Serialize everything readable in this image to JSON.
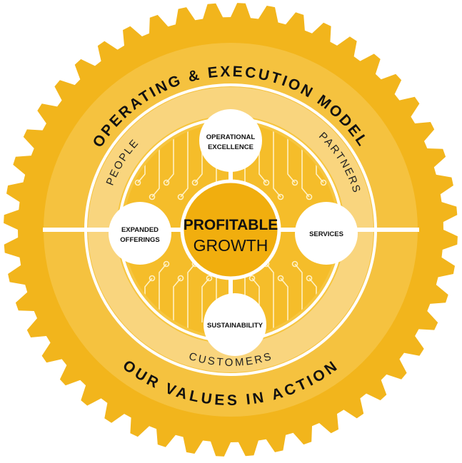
{
  "diagram": {
    "outer_top_label": "OPERATING & EXECUTION MODEL",
    "outer_bottom_label": "OUR VALUES IN ACTION",
    "ring_labels": {
      "left": "PEOPLE",
      "right": "PARTNERS",
      "bottom": "CUSTOMERS"
    },
    "hub": {
      "title": "PROFITABLE",
      "subtitle": "GROWTH"
    },
    "nodes": {
      "top": [
        "OPERATIONAL",
        "EXCELLENCE"
      ],
      "left": [
        "EXPANDED",
        "OFFERINGS"
      ],
      "right": [
        "SERVICES"
      ],
      "bottom": [
        "SUSTAINABILITY"
      ]
    },
    "colors": {
      "gear": "#f2b51c",
      "ring_light": "#f9d57e",
      "ring_mid": "#f5c23f",
      "hub": "#f1ae0e",
      "circuit": "#fff1c4",
      "white": "#ffffff",
      "text": "#111111"
    }
  }
}
